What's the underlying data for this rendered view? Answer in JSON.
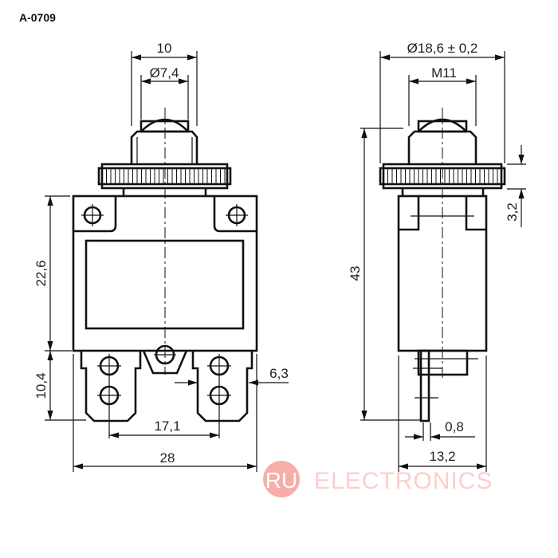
{
  "title": "A-0709",
  "front_view": {
    "dims": {
      "cap_width": "10",
      "cap_diameter": "Ø7,4",
      "body_height": "22,6",
      "terminal_height": "10,4",
      "terminal_width": "6,3",
      "terminal_pitch": "17,1",
      "body_width": "28"
    }
  },
  "side_view": {
    "dims": {
      "nut_diameter": "Ø18,6 ± 0,2",
      "thread": "M11",
      "total_height": "43",
      "nut_thickness": "3,2",
      "pin_thickness": "0,8",
      "body_depth": "13,2"
    }
  },
  "watermark": {
    "badge": "RU",
    "text": "ELECTRONICS",
    "color": "#f26b63"
  }
}
